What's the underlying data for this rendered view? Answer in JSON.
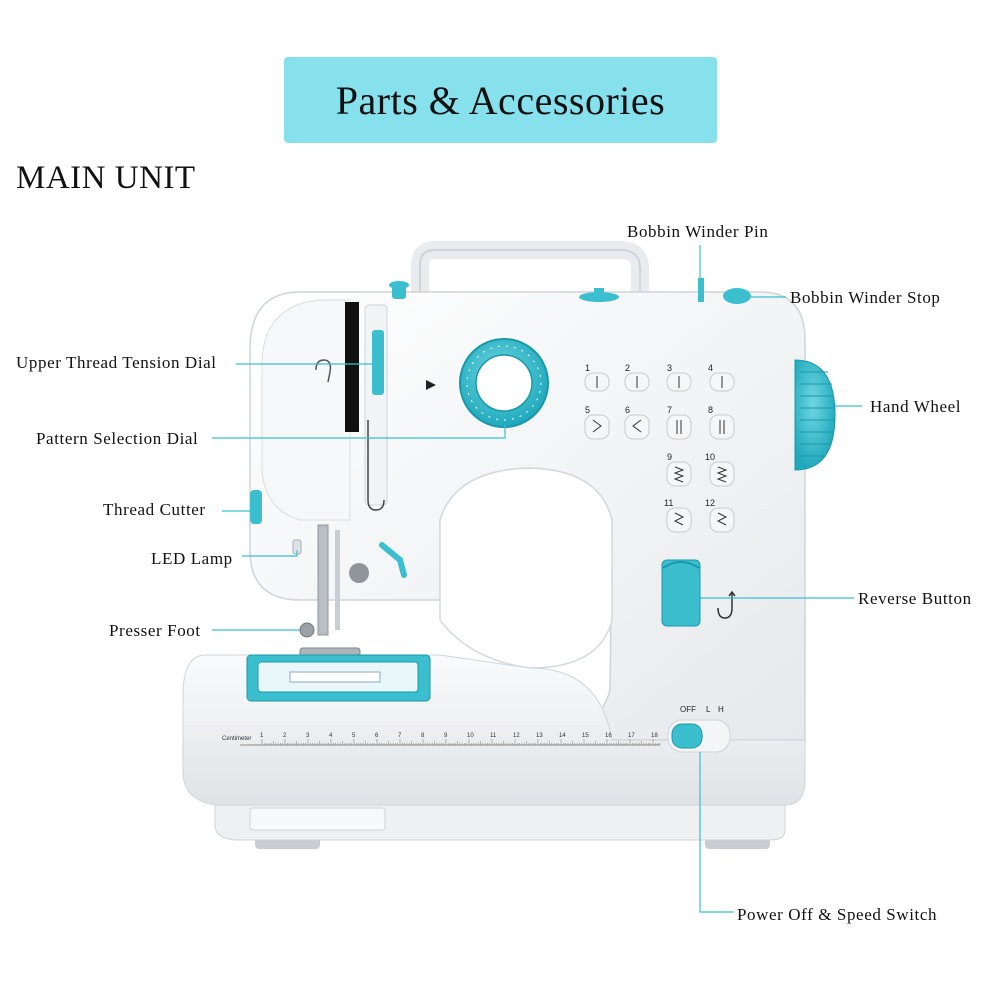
{
  "title": "Parts & Accessories",
  "section": "MAIN UNIT",
  "labels": {
    "bobbin_winder_pin": "Bobbin Winder Pin",
    "bobbin_winder_stop": "Bobbin Winder Stop",
    "upper_thread_tension_dial": "Upper Thread Tension Dial",
    "hand_wheel": "Hand Wheel",
    "pattern_selection_dial": "Pattern Selection Dial",
    "thread_cutter": "Thread Cutter",
    "led_lamp": "LED Lamp",
    "reverse_button": "Reverse Button",
    "presser_foot": "Presser Foot",
    "power_switch": "Power Off & Speed Switch"
  },
  "machine": {
    "stitch_numbers": [
      "1",
      "2",
      "3",
      "4",
      "5",
      "6",
      "7",
      "8",
      "9",
      "10",
      "11",
      "12"
    ],
    "ruler_label": "Centimeter",
    "ruler_numbers": [
      "1",
      "2",
      "3",
      "4",
      "5",
      "6",
      "7",
      "8",
      "9",
      "10",
      "11",
      "12",
      "13",
      "14",
      "15",
      "16",
      "17",
      "18"
    ],
    "switch_labels": [
      "OFF",
      "L",
      "H"
    ]
  },
  "colors": {
    "accent": "#3bbfcf",
    "banner": "#86e1ec",
    "leader_line": "#3bbfcf"
  }
}
